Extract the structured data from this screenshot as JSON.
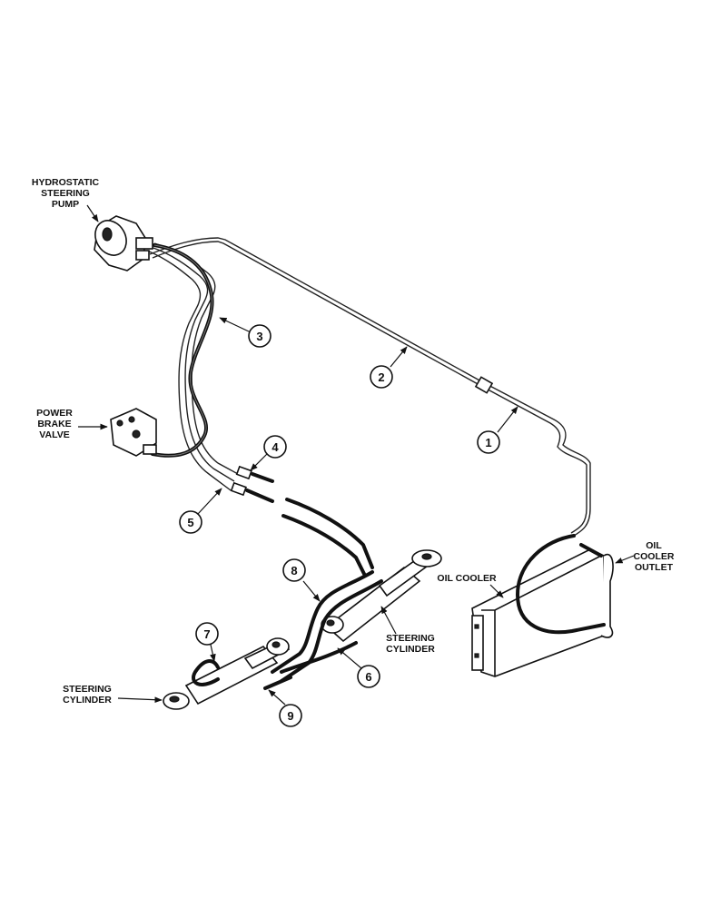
{
  "labels": {
    "pump_line1": "HYDROSTATIC",
    "pump_line2": "STEERING",
    "pump_line3": "PUMP",
    "brake_line1": "POWER",
    "brake_line2": "BRAKE",
    "brake_line3": "VALVE",
    "oil_cooler": "OIL COOLER",
    "outlet_line1": "OIL",
    "outlet_line2": "COOLER",
    "outlet_line3": "OUTLET",
    "right_cyl_line1": "STEERING",
    "right_cyl_line2": "CYLINDER",
    "left_cyl_line1": "STEERING",
    "left_cyl_line2": "CYLINDER"
  },
  "callouts": [
    "1",
    "2",
    "3",
    "4",
    "5",
    "6",
    "7",
    "8",
    "9"
  ],
  "colors": {
    "ink": "#111111",
    "paper": "#ffffff"
  }
}
